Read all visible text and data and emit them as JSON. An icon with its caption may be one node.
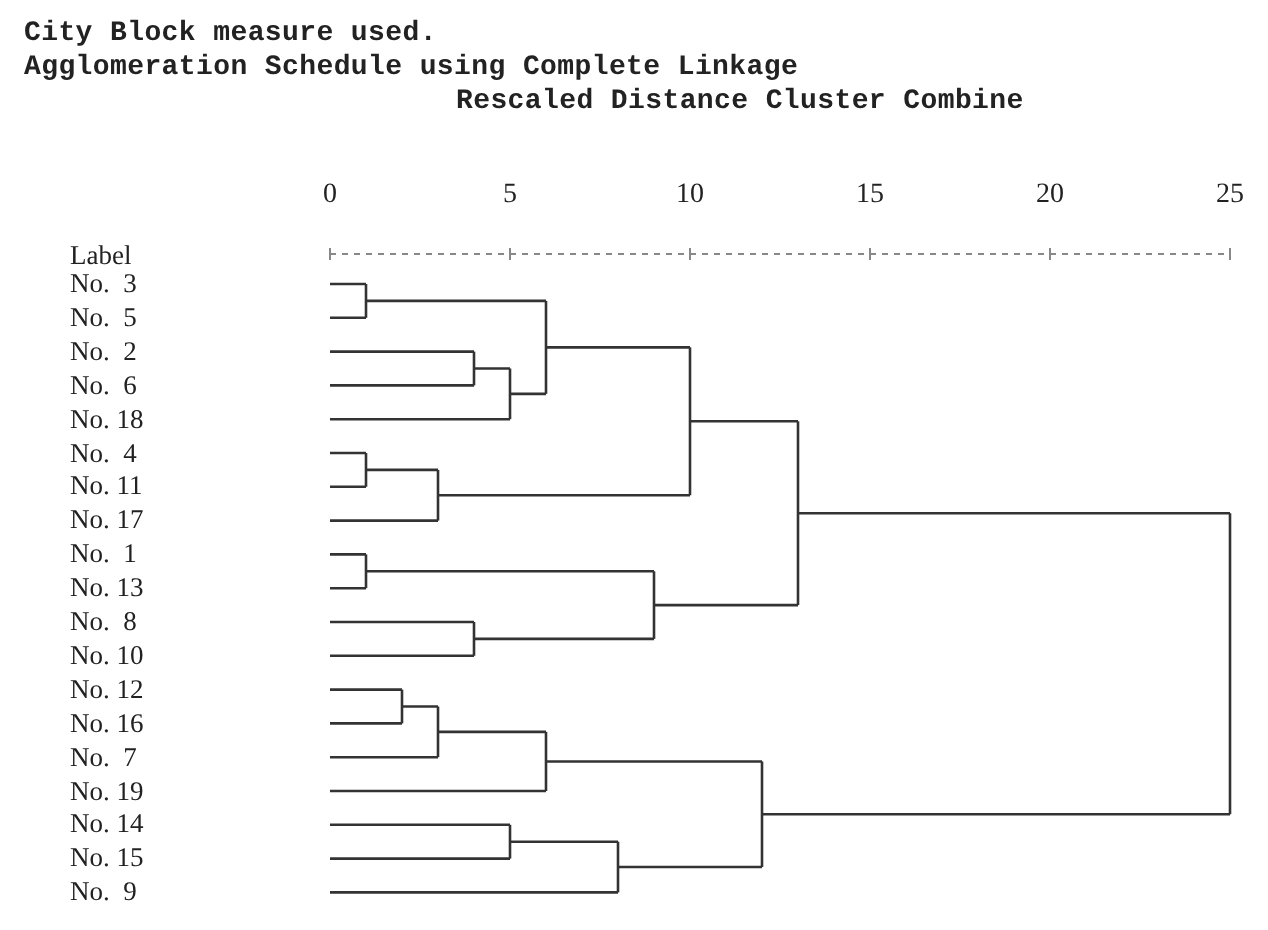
{
  "diagram": {
    "labels": [
      "City Block measure used.",
      "Agglomeration Schedule using Complete Linkage",
      "Rescaled Distance Cluster Combine",
      "0",
      "5",
      "10",
      "15",
      "20",
      "25",
      "Label",
      "No.  3",
      "No.  5",
      "No.  2",
      "No.  6",
      "No. 18",
      "No.  4",
      "No. 11",
      "No. 17",
      "No.  1",
      "No. 13",
      "No.  8",
      "No. 10",
      "No. 12",
      "No. 16",
      "No.  7",
      "No. 19",
      "No. 14",
      "No. 15",
      "No.  9"
    ]
  }
}
